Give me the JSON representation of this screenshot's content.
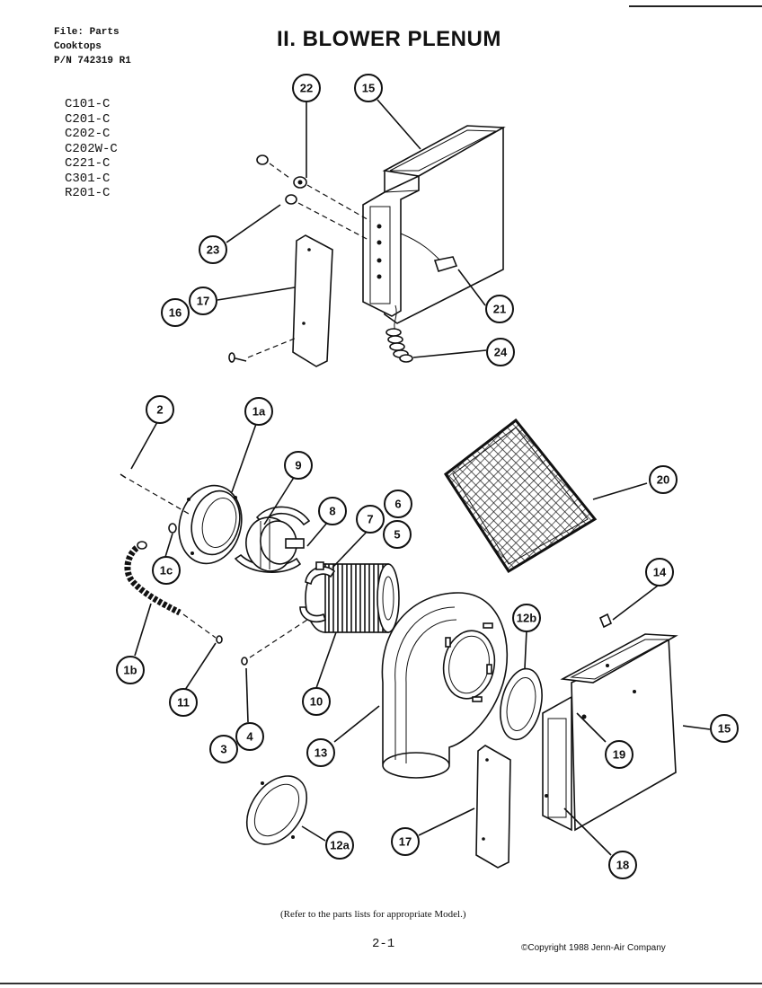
{
  "header": {
    "file_line": "File: Parts",
    "category_line": "Cooktops",
    "part_number_line": "P/N 742319 R1",
    "title": "II. BLOWER PLENUM"
  },
  "models": [
    "C101-C",
    "C201-C",
    "C202-C",
    "C202W-C",
    "C221-C",
    "C301-C",
    "R201-C"
  ],
  "callouts": [
    {
      "id": "c22",
      "label": "22"
    },
    {
      "id": "c15a",
      "label": "15"
    },
    {
      "id": "c23",
      "label": "23"
    },
    {
      "id": "c21",
      "label": "21"
    },
    {
      "id": "c17a",
      "label": "17"
    },
    {
      "id": "c16",
      "label": "16"
    },
    {
      "id": "c24",
      "label": "24"
    },
    {
      "id": "c2",
      "label": "2"
    },
    {
      "id": "c1a",
      "label": "1a"
    },
    {
      "id": "c9",
      "label": "9"
    },
    {
      "id": "c8",
      "label": "8"
    },
    {
      "id": "c7",
      "label": "7"
    },
    {
      "id": "c6",
      "label": "6"
    },
    {
      "id": "c5",
      "label": "5"
    },
    {
      "id": "c20",
      "label": "20"
    },
    {
      "id": "c1c",
      "label": "1c"
    },
    {
      "id": "c14",
      "label": "14"
    },
    {
      "id": "c12b",
      "label": "12b"
    },
    {
      "id": "c1b",
      "label": "1b"
    },
    {
      "id": "c11",
      "label": "11"
    },
    {
      "id": "c10",
      "label": "10"
    },
    {
      "id": "c19",
      "label": "19"
    },
    {
      "id": "c15b",
      "label": "15"
    },
    {
      "id": "c4",
      "label": "4"
    },
    {
      "id": "c3",
      "label": "3"
    },
    {
      "id": "c13",
      "label": "13"
    },
    {
      "id": "c12a",
      "label": "12a"
    },
    {
      "id": "c17b",
      "label": "17"
    },
    {
      "id": "c18",
      "label": "18"
    }
  ],
  "footer": {
    "note": "(Refer to the parts lists for appropriate Model.)",
    "page": "2-1",
    "copyright": "©Copyright 1988 Jenn-Air Company"
  }
}
